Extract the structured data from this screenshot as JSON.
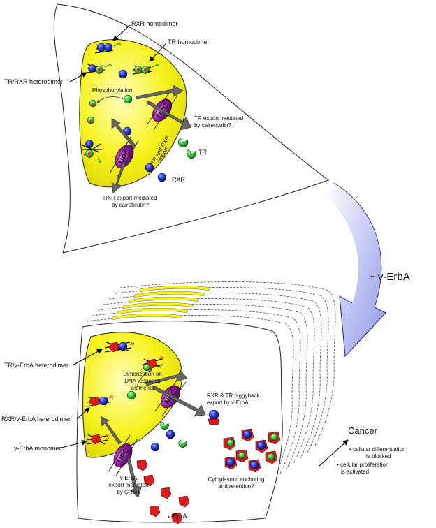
{
  "top": {
    "rxr_homodimer": "RXR homodimer",
    "tr_homodimer": "TR homodimer",
    "tr_rxr_heterodimer": "TR/RXR heterodimer",
    "phosphorylation": "Phosphorylation",
    "tr_export_line1": "TR export mediated",
    "tr_export_line2": "by calreticulin?",
    "import_line1": "TR and RXR",
    "import_line2": "import",
    "tr": "TR",
    "rxr": "RXR",
    "rxr_export_line1": "RXR export mediated",
    "rxr_export_line2": "by calreticulin?",
    "npc": "NPC"
  },
  "middle": {
    "verba": "+ v-ErbA"
  },
  "bottom": {
    "tr_verba": "TR/v-ErbA heterodimer",
    "rxr_verba": "RXR/v-ErbA heterodimer",
    "monomer": "v-ErbA monomer",
    "dimerization_line1": "Dimerization on",
    "dimerization_line2": "DNA response",
    "dimerization_line3": "elements",
    "piggyback_line1": "RXR & TR piggyback",
    "piggyback_line2": "export by v-ErbA",
    "crm1_line1": "v-ErbA",
    "crm1_line2": "export mediated",
    "crm1_line3": "by CRM1",
    "anchoring_line1": "Cytoplasmic anchoring",
    "anchoring_line2": "and retention?",
    "verba_label": "v-ErbA",
    "npc": "NPC"
  },
  "cancer": {
    "title": "Cancer",
    "bullet1_line1": "• cellular differentiation",
    "bullet1_line2": "is blocked",
    "bullet2_line1": "• cellular proliferation",
    "bullet2_line2": "is activated"
  },
  "colors": {
    "nucleus": "#f7f21c",
    "npc": "#9b1fa8",
    "rxr": "#2233cc",
    "tr": "#33cc33",
    "verba": "#e01b1b",
    "arrow_grey": "#666666",
    "big_arrow": "#b9bff0"
  }
}
